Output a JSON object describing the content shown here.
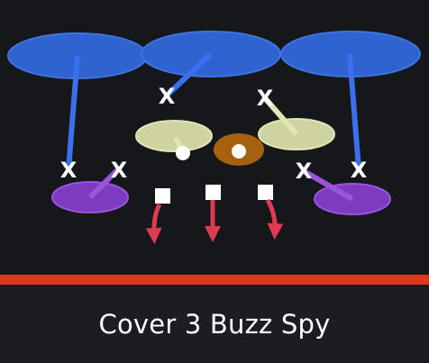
{
  "title": "Cover 3 Buzz Spy",
  "colors": {
    "background": "#16171b",
    "caption_background": "#1b1d23",
    "divider": "#e5341d",
    "deep_zone": "#2f63d0",
    "deep_zone_edge": "#3f73e0",
    "deep_line": "#3a6ff0",
    "hook_zone": "#cfd3a1",
    "hook_line": "#e2e6b6",
    "spy_zone": "#a5610d",
    "flat_zone": "#7d3bbf",
    "flat_line": "#9a55dd",
    "route_arrow": "#e03a52",
    "player": "#ffffff"
  },
  "diagram": {
    "zones": [
      {
        "id": "deep-left",
        "kind": "deep"
      },
      {
        "id": "deep-middle",
        "kind": "deep"
      },
      {
        "id": "deep-right",
        "kind": "deep"
      },
      {
        "id": "hook-left",
        "kind": "hook"
      },
      {
        "id": "hook-right",
        "kind": "hook"
      },
      {
        "id": "spy",
        "kind": "spy"
      },
      {
        "id": "flat-left",
        "kind": "flat"
      },
      {
        "id": "flat-right",
        "kind": "flat"
      }
    ],
    "defenders": [
      {
        "label": "X"
      },
      {
        "label": "X"
      },
      {
        "label": "X"
      },
      {
        "label": "X"
      },
      {
        "label": "X"
      },
      {
        "label": "X"
      }
    ],
    "offense_icons": [
      "square",
      "square",
      "square"
    ],
    "route_icons": [
      "arrow-down-curve-left",
      "arrow-down",
      "arrow-down-curve-right"
    ]
  }
}
